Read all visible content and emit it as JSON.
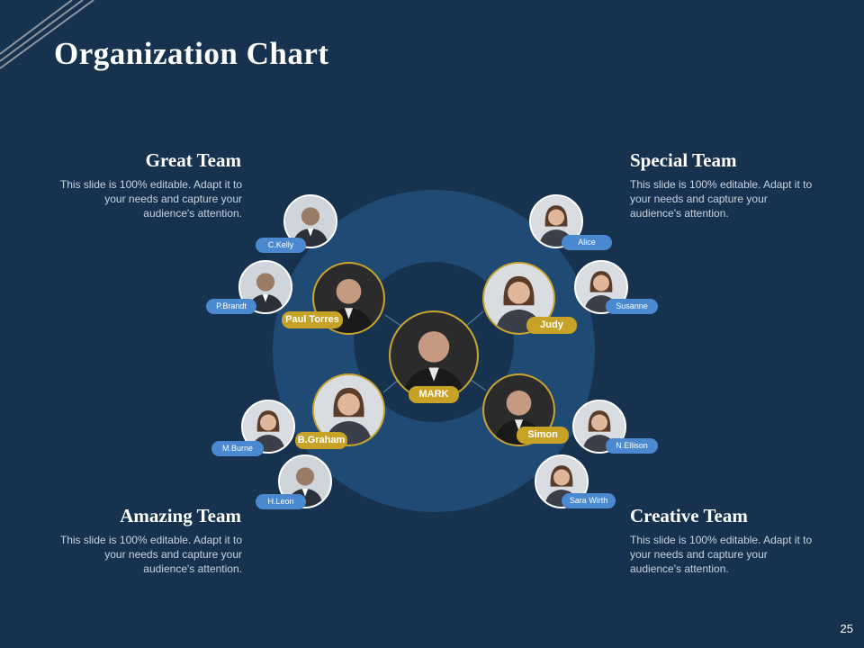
{
  "slide": {
    "title": "Organization Chart",
    "page_number": "25",
    "colors": {
      "background": "#17324f",
      "ring": "#1f4a73",
      "accent_gold": "#c6a227",
      "accent_blue": "#4a89cf"
    }
  },
  "teams": {
    "great": {
      "title": "Great Team",
      "description": "This slide is 100% editable. Adapt it to your needs and capture your audience's attention."
    },
    "special": {
      "title": "Special Team",
      "description": "This slide is 100% editable. Adapt it to your needs and capture your audience's attention."
    },
    "amazing": {
      "title": "Amazing Team",
      "description": "This slide is 100% editable. Adapt it to your needs and capture your audience's attention."
    },
    "creative": {
      "title": "Creative Team",
      "description": "This slide is 100% editable. Adapt it to your needs and capture your audience's attention."
    }
  },
  "people": {
    "mark": "MARK",
    "paul_torres": "Paul Torres",
    "judy": "Judy",
    "b_graham": "B.Graham",
    "simon": "Simon",
    "c_kelly": "C.Kelly",
    "p_brandt": "P.Brandt",
    "alice": "Alice",
    "susanne": "Susanne",
    "m_burne": "M.Burne",
    "h_leon": "H.Leon",
    "n_ellison": "N.Ellison",
    "sara_wirth": "Sara Wirth"
  }
}
